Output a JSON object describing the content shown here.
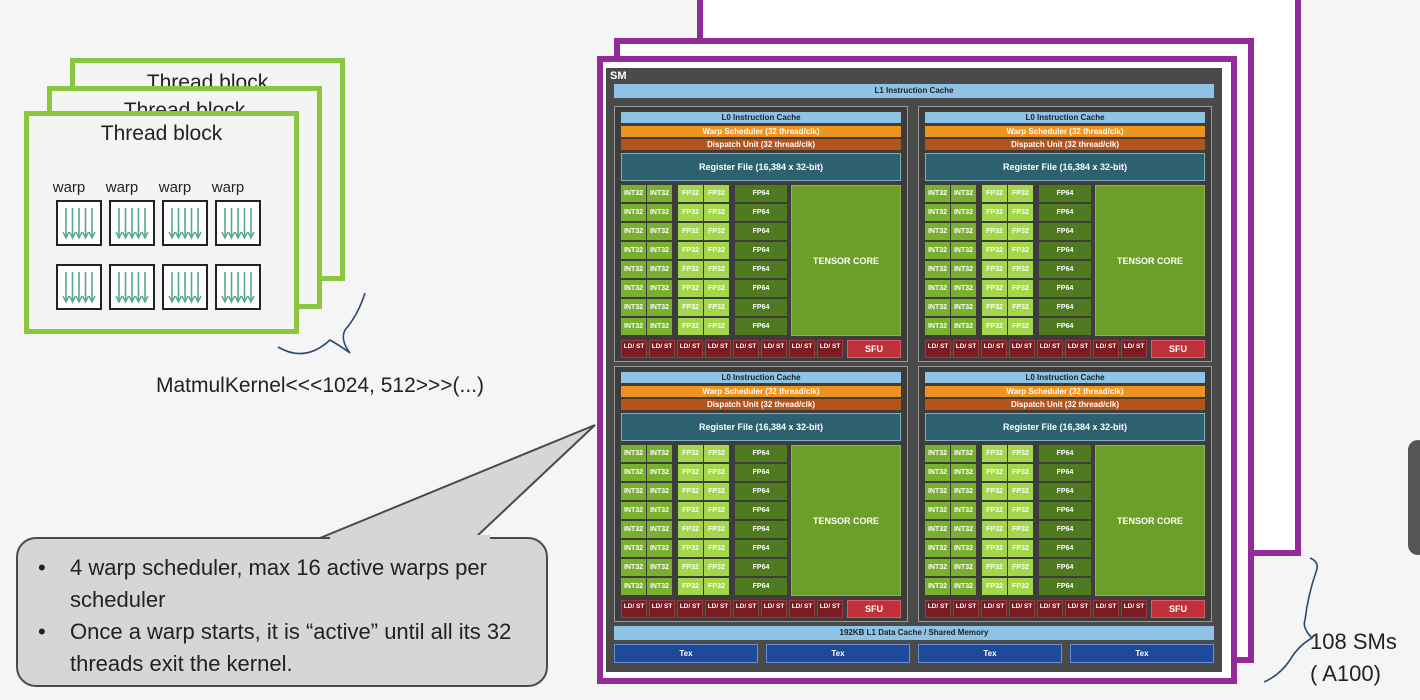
{
  "thread_blocks": {
    "back_title": "Thread block",
    "middle_title": "Thread block",
    "front_title": "Thread block",
    "warp_labels": [
      "warp",
      "warp",
      "warp",
      "warp"
    ]
  },
  "kernel_call": "MatmulKernel<<<1024, 512>>>(...)",
  "callout": {
    "bullets": [
      "4 warp scheduler, max 16 active warps per scheduler",
      "Once a warp starts, it is “active” until all its 32 threads exit the kernel."
    ]
  },
  "sm": {
    "label": "SM",
    "l1_instruction_cache": "L1 Instruction Cache",
    "l0_instruction_cache": "L0 Instruction Cache",
    "warp_scheduler": "Warp Scheduler (32 thread/clk)",
    "dispatch_unit": "Dispatch Unit (32 thread/clk)",
    "register_file": "Register File (16,384 x 32-bit)",
    "int32": "INT32",
    "fp32": "FP32",
    "fp64": "FP64",
    "tensor_core": "TENSOR CORE",
    "ldst": "LD/ ST",
    "sfu": "SFU",
    "l1_data_cache": "192KB L1 Data Cache / Shared Memory",
    "tex": "Tex"
  },
  "sm_count_label": "108 SMs",
  "gpu_label": "( A100)",
  "colors": {
    "thread_block_border": "#8cc63f",
    "sm_frame": "#922a9a",
    "warp_arrow": "#5aa88a"
  }
}
